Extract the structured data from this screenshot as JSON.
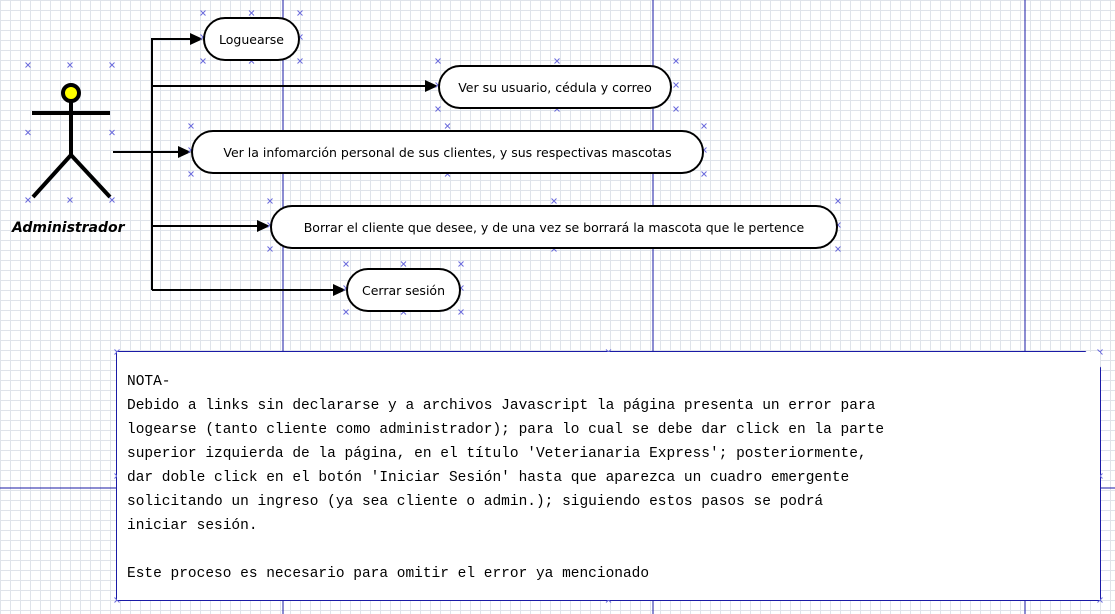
{
  "actor": {
    "label": "Administrador"
  },
  "use_cases": [
    {
      "label": "Loguearse"
    },
    {
      "label": "Ver su usuario, cédula y correo"
    },
    {
      "label": "Ver la infomarción personal de sus clientes, y sus respectivas mascotas"
    },
    {
      "label": "Borrar el cliente que desee, y de una vez se borrará la mascota que le pertence"
    },
    {
      "label": "Cerrar sesión"
    }
  ],
  "note": {
    "lines": [
      "NOTA-",
      "Debido a links sin declararse y a archivos Javascript la página presenta un error para",
      "logearse (tanto cliente como administrador); para lo cual se debe dar click en la parte",
      "superior izquierda de la página, en el título 'Veterianaria Express'; posteriormente,",
      "dar doble click en el botón 'Iniciar Sesión' hasta que aparezca un cuadro emergente",
      "solicitando un ingreso (ya sea cliente o admin.); siguiendo estos pasos se podrá",
      "iniciar sesión."
    ],
    "footer": "Este proceso es necesario para omitir el error ya mencionado"
  },
  "colors": {
    "grid": "#dfe3ea",
    "page_lines": "#1a1aa6",
    "selection_marks": "#6a6adc",
    "actor_head": "#ffff00",
    "stroke": "#000000"
  }
}
